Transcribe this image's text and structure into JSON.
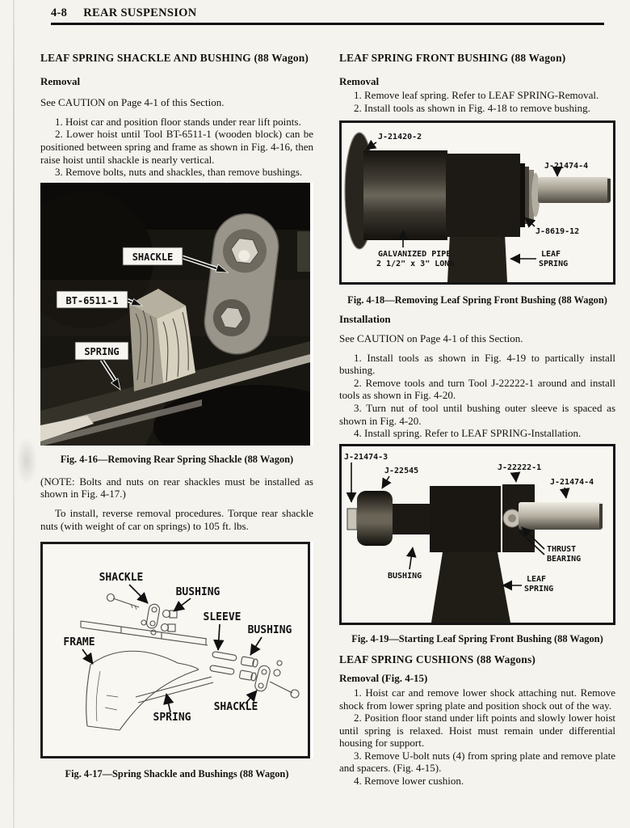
{
  "page": {
    "number": "4-8",
    "title": "REAR SUSPENSION"
  },
  "left": {
    "section1": {
      "heading": "LEAF SPRING SHACKLE AND BUSHING (88 Wagon)",
      "subheading": "Removal",
      "caution": "See CAUTION on Page 4-1 of this Section.",
      "steps": [
        "1. Hoist car and position floor stands under rear lift points.",
        "2. Lower hoist until Tool BT-6511-1 (wooden block) can be positioned between spring and frame as shown in Fig. 4-16, then raise hoist until shackle is nearly vertical.",
        "3. Remove bolts, nuts and shackles, than remove bushings."
      ]
    },
    "fig16": {
      "labels": {
        "shackle": "SHACKLE",
        "tool": "BT-6511-1",
        "spring": "SPRING"
      },
      "caption": "Fig. 4-16—Removing Rear Spring Shackle (88 Wagon)"
    },
    "note": "(NOTE: Bolts and nuts on rear shackles must be installed as shown in Fig. 4-17.)",
    "install_para": "To install, reverse removal procedures. Torque rear shackle nuts (with weight of car on springs) to 105 ft. lbs.",
    "fig17": {
      "labels": {
        "shackle_top": "SHACKLE",
        "bushing_top": "BUSHING",
        "sleeve": "SLEEVE",
        "bushing_right": "BUSHING",
        "frame": "FRAME",
        "spring": "SPRING",
        "shackle_bottom": "SHACKLE"
      },
      "caption": "Fig. 4-17—Spring Shackle and Bushings (88 Wagon)"
    }
  },
  "right": {
    "section2": {
      "heading": "LEAF SPRING FRONT BUSHING (88 Wagon)",
      "subheading": "Removal",
      "steps": [
        "1. Remove leaf spring. Refer to LEAF SPRING-Removal.",
        "2. Install tools as shown in Fig. 4-18 to remove bushing."
      ]
    },
    "fig18": {
      "labels": {
        "j21420": "J-21420-2",
        "j21474": "J-21474-4",
        "j8619": "J-8619-12",
        "pipe1": "GALVANIZED PIPE",
        "pipe2": "2 1/2\" x 3\" LONG",
        "leaf": "LEAF",
        "spring": "SPRING"
      },
      "caption": "Fig. 4-18—Removing Leaf Spring Front Bushing (88 Wagon)"
    },
    "installation": {
      "subheading": "Installation",
      "caution": "See CAUTION on Page 4-1 of this Section.",
      "steps": [
        "1. Install tools as shown in Fig. 4-19 to partically install bushing.",
        "2. Remove tools and turn Tool J-22222-1 around and install tools as shown in Fig. 4-20.",
        "3. Turn nut of tool until bushing outer sleeve is spaced as shown in Fig. 4-20.",
        "4. Install spring. Refer to LEAF SPRING-Installation."
      ]
    },
    "fig19": {
      "labels": {
        "j21474_3": "J-21474-3",
        "j22545": "J-22545",
        "j22222": "J-22222-1",
        "j21474_4": "J-21474-4",
        "thrust1": "THRUST",
        "thrust2": "BEARING",
        "bushing": "BUSHING",
        "leaf": "LEAF",
        "spring": "SPRING"
      },
      "caption": "Fig. 4-19—Starting Leaf Spring Front Bushing (88 Wagon)"
    },
    "section3": {
      "heading": "LEAF SPRING CUSHIONS (88 Wagons)",
      "subheading": "Removal (Fig. 4-15)",
      "steps": [
        "1. Hoist car and remove lower shock attaching nut. Remove shock from lower spring plate and position shock out of the way.",
        "2. Position floor stand under lift points and slowly lower hoist until spring is relaxed. Hoist must remain under differential housing for support.",
        "3. Remove U-bolt nuts (4) from spring plate and remove plate and spacers. (Fig. 4-15).",
        "4. Remove lower cushion."
      ]
    }
  }
}
